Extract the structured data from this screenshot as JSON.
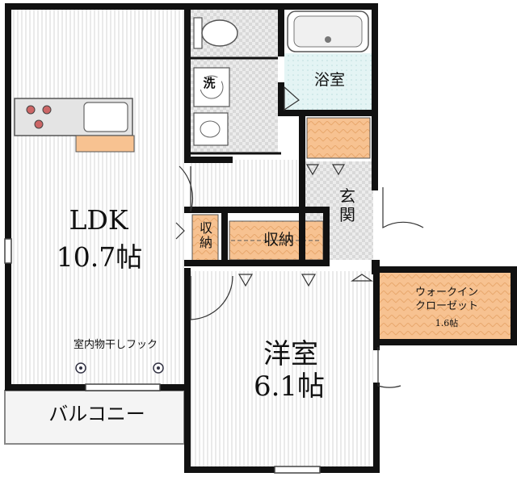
{
  "rooms": {
    "ldk": {
      "name": "LDK",
      "size": "10.7帖"
    },
    "western_room": {
      "name": "洋室",
      "size": "6.1帖"
    },
    "bathroom": {
      "name": "浴室"
    },
    "washroom": {
      "name": "洗"
    },
    "entrance": {
      "name": "玄関"
    },
    "storage_small": {
      "name": "収納"
    },
    "storage_wide": {
      "name": "収納"
    },
    "walk_in_closet": {
      "name": "ウォークイン\nクローゼット",
      "size": "1.6帖"
    },
    "balcony": {
      "name": "バルコニー"
    }
  },
  "annotations": {
    "drying_hook": "室内物干しフック"
  },
  "colors": {
    "wall": "#111111",
    "floor_line": "#d8d8d8",
    "bath_tile": "#e0f2f2",
    "storage_orange": "#f7c291",
    "entrance_tile": "#e6e6e6",
    "balcony_bg": "#f4f4f4"
  }
}
